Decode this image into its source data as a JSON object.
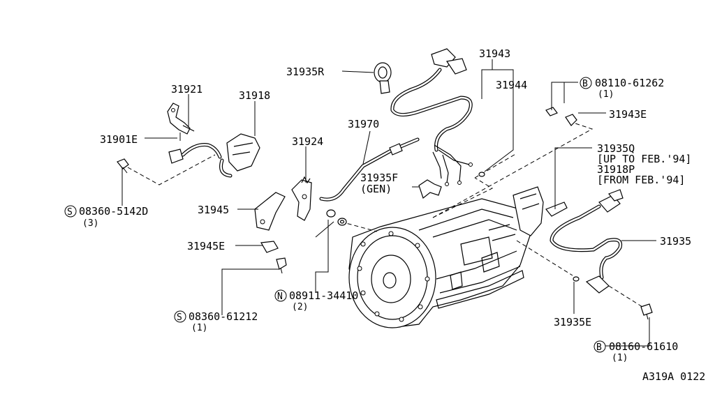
{
  "diagram": {
    "code": "A319A 0122",
    "callouts": {
      "p31921": "31921",
      "p31918": "31918",
      "p31901E": "31901E",
      "p31924": "31924",
      "p31970": "31970",
      "p31935R": "31935R",
      "p31943": "31943",
      "p31944": "31944",
      "p31943E": "31943E",
      "p31935F": "31935F",
      "p31935F_note": "(GEN)",
      "p31935Q": "31935Q",
      "p31935Q_note": "[UP TO FEB.'94]",
      "p31918P": "31918P",
      "p31918P_note": "[FROM FEB.'94]",
      "p31935": "31935",
      "p31935E": "31935E",
      "p31945": "31945",
      "p31945E": "31945E"
    },
    "fasteners": {
      "f1": {
        "prefix": "S",
        "number": "08360-5142D",
        "qty": "(3)"
      },
      "f2": {
        "prefix": "S",
        "number": "08360-61212",
        "qty": "(1)"
      },
      "f3": {
        "prefix": "N",
        "number": "08911-34410",
        "qty": "(2)"
      },
      "f4": {
        "prefix": "B",
        "number": "08110-61262",
        "qty": "(1)"
      },
      "f5": {
        "prefix": "B",
        "number": "08160-61610",
        "qty": "(1)"
      }
    }
  }
}
